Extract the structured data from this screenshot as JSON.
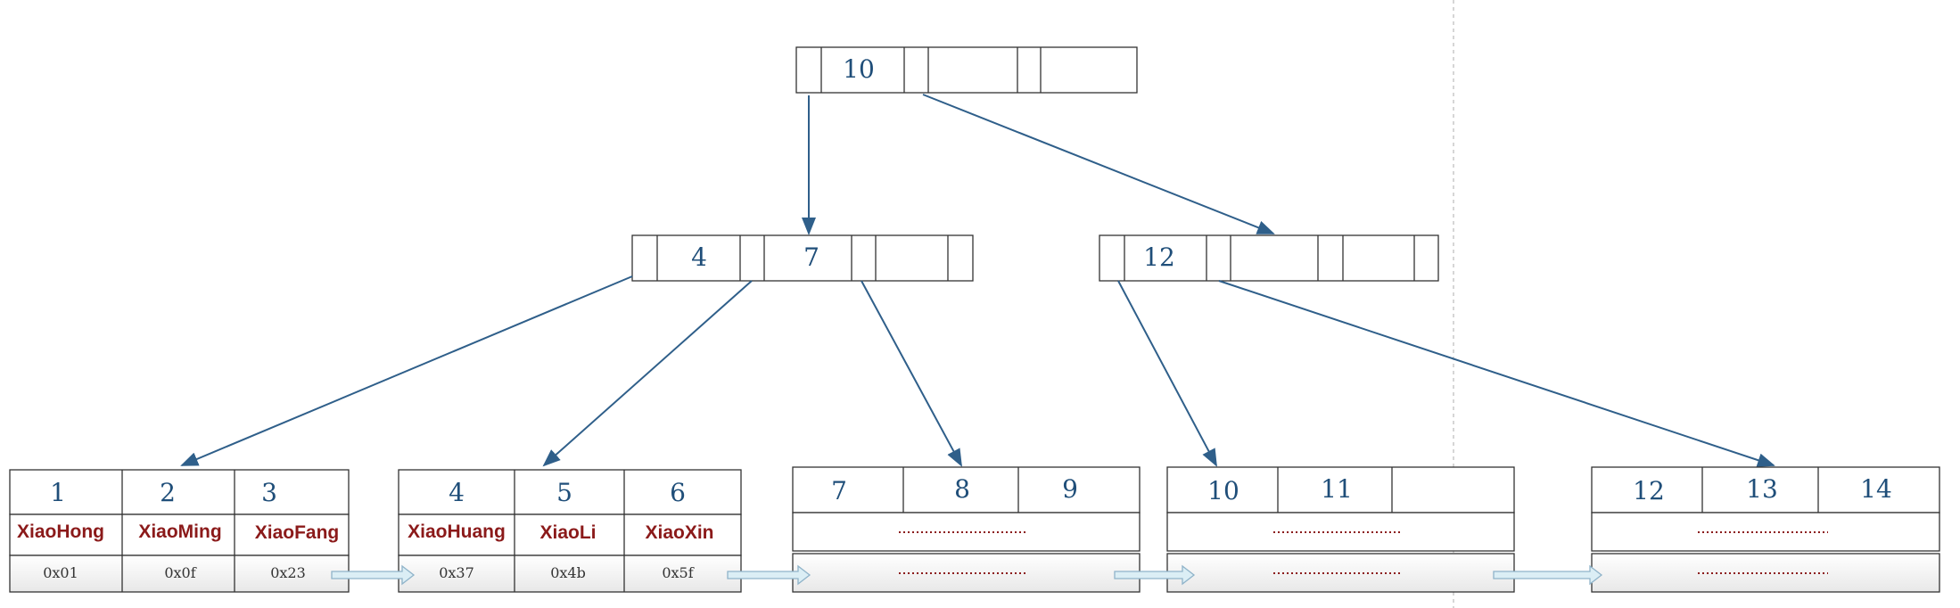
{
  "root": {
    "keys": [
      "10"
    ]
  },
  "internal": [
    {
      "keys": [
        "4",
        "7"
      ]
    },
    {
      "keys": [
        "12"
      ]
    }
  ],
  "leaves": [
    {
      "keys": [
        "1",
        "2",
        "3"
      ],
      "names": [
        "XiaoHong",
        "XiaoMing",
        "XiaoFang"
      ],
      "addrs": [
        "0x01",
        "0x0f",
        "0x23"
      ]
    },
    {
      "keys": [
        "4",
        "5",
        "6"
      ],
      "names": [
        "XiaoHuang",
        "XiaoLi",
        "XiaoXin"
      ],
      "addrs": [
        "0x37",
        "0x4b",
        "0x5f"
      ]
    },
    {
      "keys": [
        "7",
        "8",
        "9"
      ]
    },
    {
      "keys": [
        "10",
        "11",
        ""
      ]
    },
    {
      "keys": [
        "12",
        "13",
        "14"
      ]
    }
  ],
  "colors": {
    "line": "#1f4e79",
    "key": "#1f4e79",
    "name": "#8b1a1a",
    "dots": "#8b1a1a",
    "link_arrow_fill": "#dbeef5",
    "link_arrow_stroke": "#8fb3c9"
  }
}
